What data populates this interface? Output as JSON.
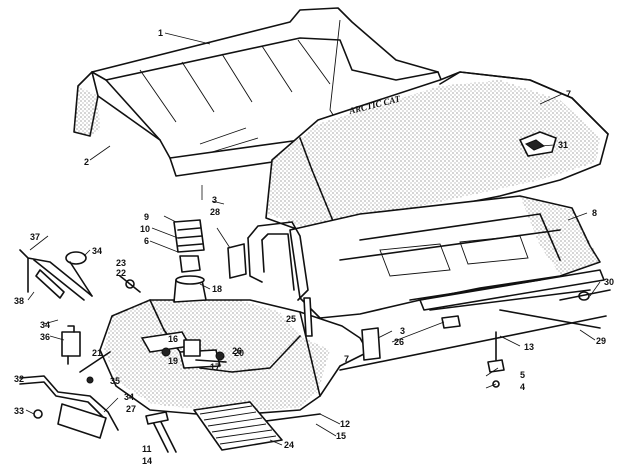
{
  "diagram": {
    "brand_lettering": "ARCTIC CAT",
    "callouts": [
      {
        "id": "c1",
        "label": "1"
      },
      {
        "id": "c2",
        "label": "2"
      },
      {
        "id": "c3a",
        "label": "3"
      },
      {
        "id": "c3b",
        "label": "3"
      },
      {
        "id": "c4",
        "label": "4"
      },
      {
        "id": "c5",
        "label": "5"
      },
      {
        "id": "c6",
        "label": "6"
      },
      {
        "id": "c7a",
        "label": "7"
      },
      {
        "id": "c7b",
        "label": "7"
      },
      {
        "id": "c8",
        "label": "8"
      },
      {
        "id": "c9",
        "label": "9"
      },
      {
        "id": "c10",
        "label": "10"
      },
      {
        "id": "c11",
        "label": "11"
      },
      {
        "id": "c12",
        "label": "12"
      },
      {
        "id": "c13",
        "label": "13"
      },
      {
        "id": "c14",
        "label": "14"
      },
      {
        "id": "c15",
        "label": "15"
      },
      {
        "id": "c16",
        "label": "16"
      },
      {
        "id": "c17",
        "label": "17"
      },
      {
        "id": "c18",
        "label": "18"
      },
      {
        "id": "c19",
        "label": "19"
      },
      {
        "id": "c20",
        "label": "20"
      },
      {
        "id": "c21",
        "label": "21"
      },
      {
        "id": "c22",
        "label": "22"
      },
      {
        "id": "c23",
        "label": "23"
      },
      {
        "id": "c24",
        "label": "24"
      },
      {
        "id": "c25",
        "label": "25"
      },
      {
        "id": "c26a",
        "label": "26"
      },
      {
        "id": "c26b",
        "label": "26"
      },
      {
        "id": "c27",
        "label": "27"
      },
      {
        "id": "c28",
        "label": "28"
      },
      {
        "id": "c29",
        "label": "29"
      },
      {
        "id": "c30",
        "label": "30"
      },
      {
        "id": "c31",
        "label": "31"
      },
      {
        "id": "c32",
        "label": "32"
      },
      {
        "id": "c33",
        "label": "33"
      },
      {
        "id": "c34a",
        "label": "34"
      },
      {
        "id": "c34b",
        "label": "34"
      },
      {
        "id": "c34c",
        "label": "34"
      },
      {
        "id": "c35",
        "label": "35"
      },
      {
        "id": "c36",
        "label": "36"
      },
      {
        "id": "c37",
        "label": "37"
      },
      {
        "id": "c38",
        "label": "38"
      }
    ]
  }
}
